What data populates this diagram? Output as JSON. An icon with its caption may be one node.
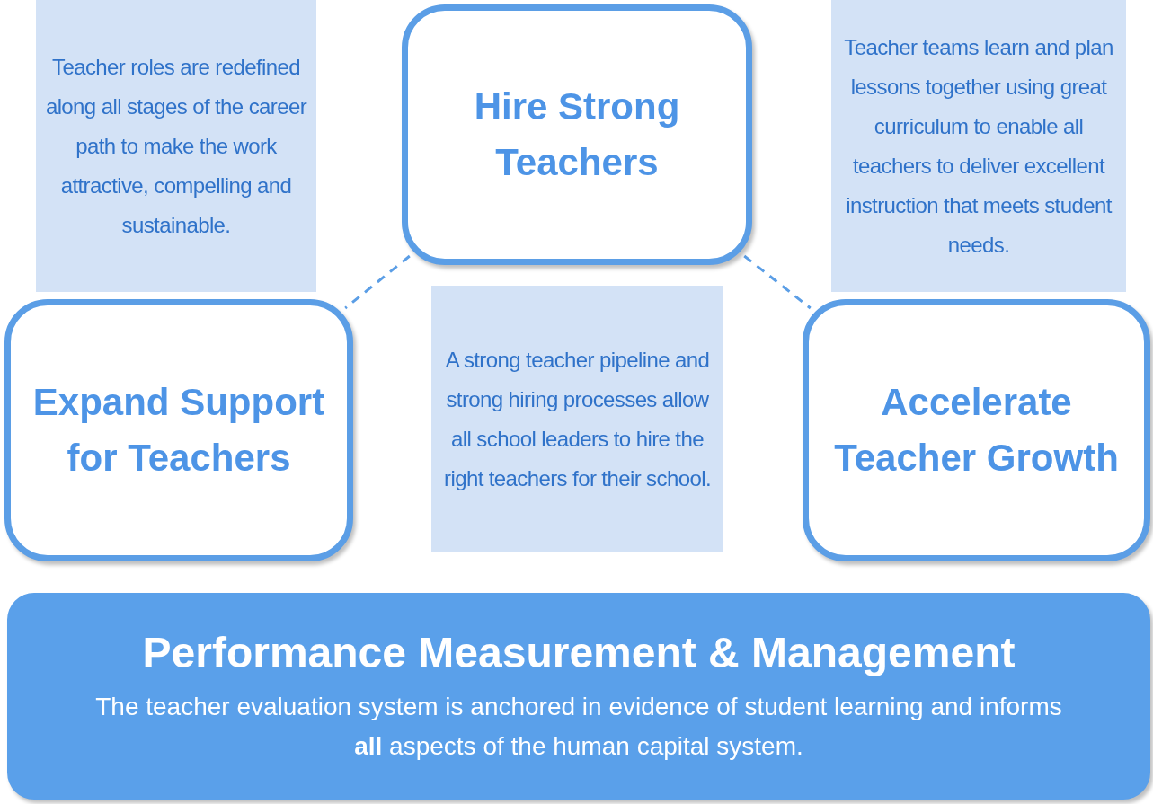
{
  "diagram": {
    "nodes": [
      {
        "text": [
          "Teacher roles are redefined along all stages of the career path to make the work attractive, compelling and sustainable."
        ]
      },
      {
        "text": [
          "Hire Strong Teachers"
        ]
      },
      {
        "text": [
          "Teacher teams learn and plan lessons together using great curriculum to enable all teachers to deliver excellent instruction that meets student needs."
        ]
      },
      {
        "text": [
          "Expand Support for Teachers"
        ]
      },
      {
        "text": [
          "A strong teacher pipeline and strong hiring processes allow all school leaders to hire the right teachers for their school."
        ]
      },
      {
        "text": [
          "Accelerate Teacher Growth"
        ]
      },
      {
        "text": [
          "Performance Measurement & Management",
          "The teacher evaluation system is anchored in evidence of student learning and informs **all** aspects of the human capital system."
        ]
      }
    ],
    "edges": [
      {
        "from": 1,
        "to": 3,
        "arrow": "none",
        "style": "dashed"
      },
      {
        "from": 1,
        "to": 5,
        "arrow": "none",
        "style": "dashed"
      }
    ]
  }
}
